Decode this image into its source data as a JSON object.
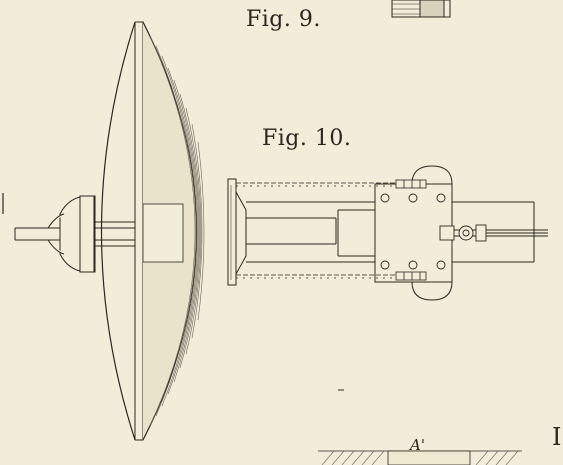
{
  "figures": {
    "fig9_label": "Fig. 9.",
    "fig10_label": "Fig. 10.",
    "detail_label": "A'",
    "edge_mark": "I"
  },
  "colors": {
    "paper": "#f2edd9",
    "ink": "#2a2620",
    "hatch": "#6a6458"
  }
}
